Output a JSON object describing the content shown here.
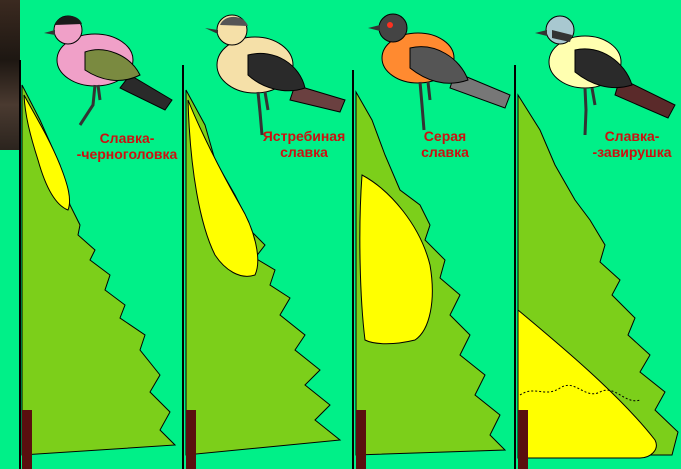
{
  "species": [
    {
      "id": "blackcap",
      "name_line1": "Славка-",
      "name_line2": "-черноголовка",
      "zone": "crown"
    },
    {
      "id": "barred",
      "name_line1": "Ястребиная",
      "name_line2": "славка",
      "zone": "upper"
    },
    {
      "id": "whitethroat",
      "name_line1": "Серая",
      "name_line2": "славка",
      "zone": "middle"
    },
    {
      "id": "lesser",
      "name_line1": "Славка-",
      "name_line2": "-завирушка",
      "zone": "lower"
    }
  ],
  "colors": {
    "background": "#00f088",
    "tree": "#7ccf1a",
    "zone": "#ffff00",
    "label": "#cc1010",
    "trunk": "#5a0f0f"
  }
}
